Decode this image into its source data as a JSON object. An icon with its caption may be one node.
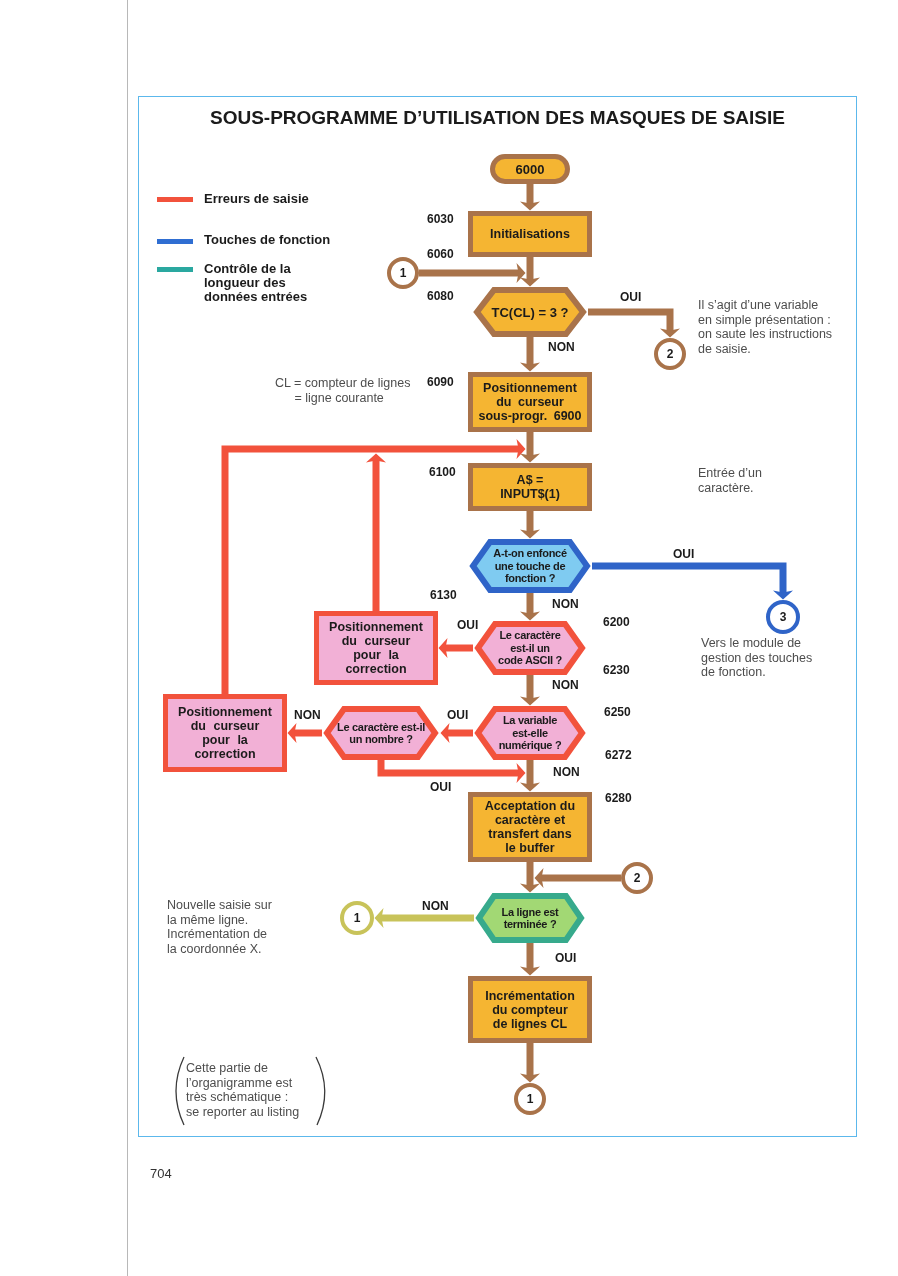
{
  "diagram": {
    "title": "SOUS-PROGRAMME D’UTILISATION DES MASQUES DE SAISIE",
    "nodes": [
      {
        "text": [
          "6000"
        ]
      },
      {
        "text": [
          "Initialisations"
        ],
        "beside": [
          "6030"
        ]
      },
      {
        "text": [
          "1"
        ]
      },
      {
        "text": [
          "TC(CL) = 3 ?"
        ]
      },
      {
        "text": [
          "2"
        ],
        "beside": [
          "Il s’agit d’une variable en simple présentation : on saute les instructions de saisie."
        ]
      },
      {
        "text": [
          "Positionnement du curseur sous-progr. 6900"
        ],
        "beside": [
          "6090"
        ]
      },
      {
        "text": [
          "A$ = INPUT$(1)"
        ],
        "beside": [
          "6100"
        ]
      },
      {
        "text": [
          "A-t-on enfoncé une touche de fonction ?"
        ],
        "beside": [
          "6130"
        ]
      },
      {
        "text": [
          "3"
        ],
        "beside": [
          "Vers le module de gestion des touches de fonction."
        ]
      },
      {
        "text": [
          "Le caractère est-il un code ASCII ?"
        ],
        "beside": [
          "6200",
          "6230"
        ]
      },
      {
        "text": [
          "Positionnement du curseur pour la correction"
        ]
      },
      {
        "text": [
          "La variable est-elle numérique ?"
        ],
        "beside": [
          "6250",
          "6272"
        ]
      },
      {
        "text": [
          "Le caractère est-il un nombre ?"
        ]
      },
      {
        "text": [
          "Positionnement du curseur pour la correction"
        ]
      },
      {
        "text": [
          "Acceptation du caractère et transfert dans le buffer"
        ],
        "beside": [
          "6280"
        ]
      },
      {
        "text": [
          "2"
        ]
      },
      {
        "text": [
          "La ligne est terminée ?"
        ]
      },
      {
        "text": [
          "1"
        ]
      },
      {
        "text": [
          "Incrémentation du compteur de lignes CL"
        ]
      },
      {
        "text": [
          "1"
        ]
      }
    ],
    "edges": [
      {
        "from": 0,
        "to": 1,
        "arrow": "to"
      },
      {
        "from": 1,
        "to": 3,
        "arrow": "to"
      },
      {
        "from": 2,
        "to": 3,
        "arrow": "to"
      },
      {
        "from": 3,
        "to": 4,
        "arrow": "to",
        "label": "OUI"
      },
      {
        "from": 3,
        "to": 5,
        "arrow": "to",
        "label": "NON"
      },
      {
        "from": 5,
        "to": 6,
        "arrow": "to"
      },
      {
        "from": 13,
        "to": 6,
        "arrow": "to",
        "color": "#f2523c"
      },
      {
        "from": 10,
        "to": 6,
        "arrow": "to",
        "color": "#f2523c"
      },
      {
        "from": 6,
        "to": 7,
        "arrow": "to"
      },
      {
        "from": 7,
        "to": 8,
        "arrow": "to",
        "label": "OUI",
        "color": "#2f64c8"
      },
      {
        "from": 7,
        "to": 9,
        "arrow": "to",
        "label": "NON"
      },
      {
        "from": 9,
        "to": 10,
        "arrow": "to",
        "label": "OUI",
        "color": "#f2523c"
      },
      {
        "from": 9,
        "to": 11,
        "arrow": "to",
        "label": "NON"
      },
      {
        "from": 11,
        "to": 12,
        "arrow": "to",
        "label": "OUI",
        "color": "#f2523c"
      },
      {
        "from": 12,
        "to": 13,
        "arrow": "to",
        "label": "NON",
        "color": "#f2523c"
      },
      {
        "from": 12,
        "to": 14,
        "arrow": "to",
        "label": "OUI",
        "color": "#f2523c"
      },
      {
        "from": 11,
        "to": 14,
        "arrow": "to",
        "label": "NON"
      },
      {
        "from": 14,
        "to": 16,
        "arrow": "to"
      },
      {
        "from": 15,
        "to": 16,
        "arrow": "to"
      },
      {
        "from": 16,
        "to": 17,
        "arrow": "to",
        "label": "NON",
        "color": "#c8c35a"
      },
      {
        "from": 16,
        "to": 18,
        "arrow": "to",
        "label": "OUI"
      },
      {
        "from": 18,
        "to": 19,
        "arrow": "to"
      }
    ],
    "labels": [
      "6060",
      "6080",
      "CL = compteur de lignes = ligne courante",
      "Entrée d’un caractère.",
      "Nouvelle saisie sur la même ligne. Incrémentation de la coordonnée X.",
      "Cette partie de l’organigramme est très schématique : se reporter au listing",
      "704"
    ],
    "legend": [
      {
        "text": "Erreurs de saisie",
        "color": "#f2523c"
      },
      {
        "text": "Touches de fonction",
        "color": "#2f6ed2"
      },
      {
        "text": "Contrôle de la longueur des données entrées",
        "color": "#2aa8a0"
      }
    ]
  }
}
